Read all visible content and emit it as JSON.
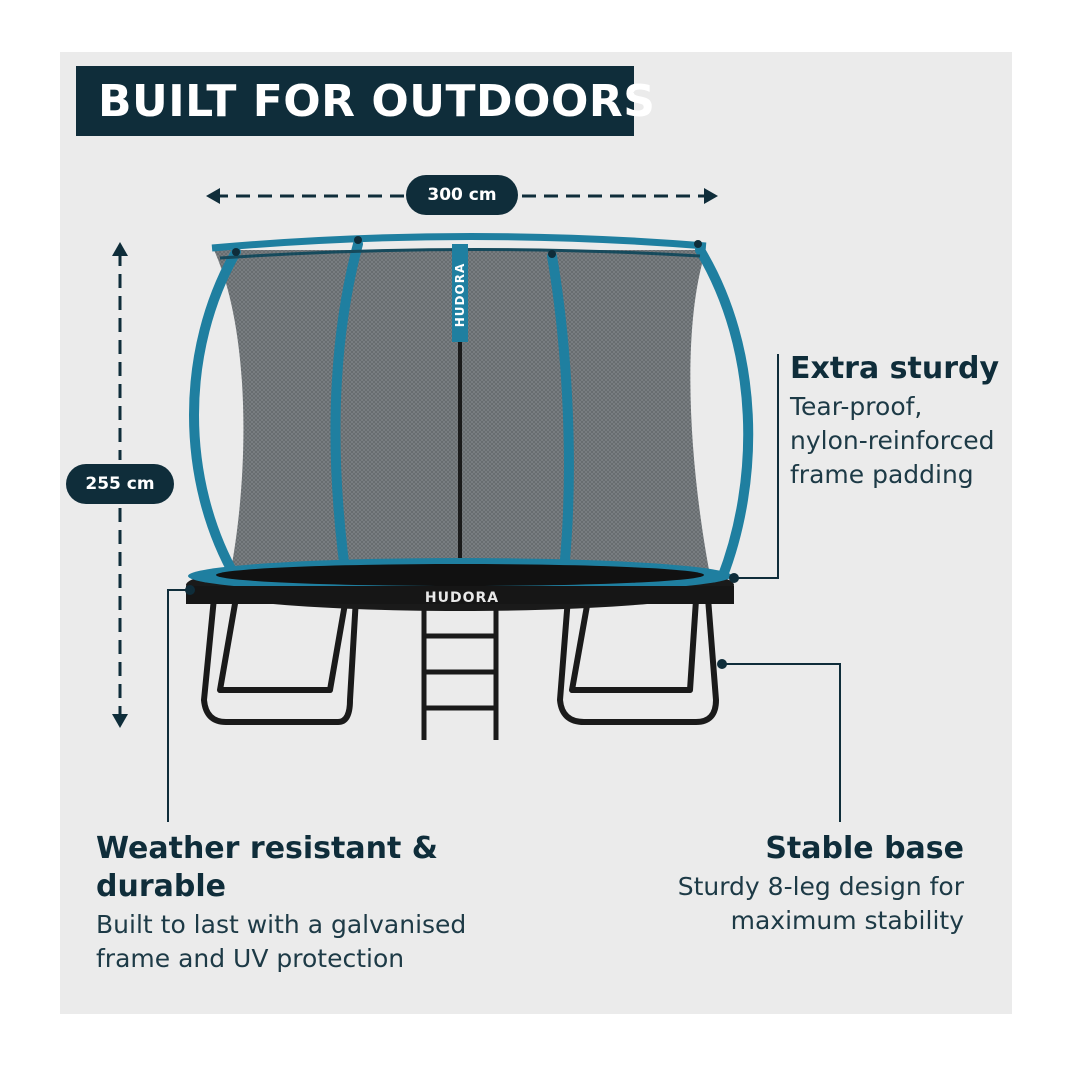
{
  "title": "BUILT FOR OUTDOORS",
  "dimensions": {
    "width": "300 cm",
    "height": "255 cm"
  },
  "product": {
    "brand_net": "HUDORA",
    "brand_frame": "HUDORA"
  },
  "features": {
    "sturdy": {
      "title": "Extra sturdy",
      "desc": [
        "Tear-proof,",
        "nylon-reinforced",
        "frame padding"
      ]
    },
    "weather": {
      "title": [
        "Weather resistant &",
        "durable"
      ],
      "desc": [
        "Built to last with a galvanised",
        "frame and UV protection"
      ]
    },
    "stable": {
      "title": "Stable base",
      "desc": [
        "Sturdy 8-leg design for",
        "maximum stability"
      ]
    }
  },
  "colors": {
    "navy": "#0f2d3a",
    "accent_blue": "#1f7fa0",
    "net_gray": "#6e7478",
    "panel_bg": "#ebebeb"
  }
}
